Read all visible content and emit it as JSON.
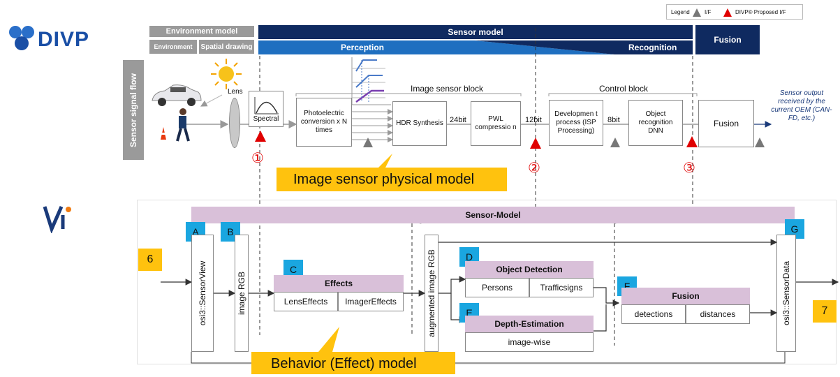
{
  "logos": {
    "divp": "DIVP"
  },
  "legend": {
    "title": "Legend",
    "if_label": "I/F",
    "proposed_label": "DIVP® Proposed I/F"
  },
  "header": {
    "environment_model": "Environment model",
    "environment": "Environment",
    "spatial_drawing": "Spatial drawing",
    "sensor_model": "Sensor model",
    "perception": "Perception",
    "recognition": "Recognition",
    "fusion": "Fusion"
  },
  "side_label": "Sensor signal flow",
  "top_flow": {
    "lens": "Lens",
    "spectral": "Spectral",
    "image_sensor_block": "Image sensor block",
    "control_block": "Control block",
    "photoelectric": "Photoelectric conversion x N times",
    "hdr": "HDR Synthesis",
    "bit24": "24bit",
    "pwl": "PWL compressio n",
    "bit12": "12bit",
    "development": "Developmen t process (ISP Processing)",
    "bit8": "8bit",
    "object_recognition": "Object recognition DNN",
    "fusion_box": "Fusion",
    "sensor_output": "Sensor output received by the current OEM (CAN-FD, etc.)",
    "marker1": "①",
    "marker2": "②",
    "marker3": "③"
  },
  "callouts": {
    "physical_model": "Image sensor physical model",
    "behavior_model": "Behavior (Effect) model"
  },
  "bottom_flow": {
    "sensor_model_bar": "Sensor-Model",
    "num6": "6",
    "num7": "7",
    "tag_a": "A",
    "tag_b": "B",
    "tag_c": "C",
    "tag_d": "D",
    "tag_e": "E",
    "tag_f": "F",
    "tag_g": "G",
    "sensor_view": "osi3::SensorView",
    "image_rgb": "image RGB",
    "effects": "Effects",
    "lens_effects": "LensEffects",
    "imager_effects": "ImagerEffects",
    "augmented": "augmented image RGB",
    "object_detection": "Object Detection",
    "persons": "Persons",
    "trafficsigns": "Trafficsigns",
    "depth_estimation": "Depth-Estimation",
    "image_wise": "image-wise",
    "fusion": "Fusion",
    "detections": "detections",
    "distances": "distances",
    "sensor_data": "osi3::SensorData"
  },
  "colors": {
    "navy": "#0f2a60",
    "blue": "#1f6fc0",
    "pink": "#d9c0d9",
    "cyan": "#1aa6e0",
    "yellow": "#ffc20e",
    "red": "#e00000"
  }
}
